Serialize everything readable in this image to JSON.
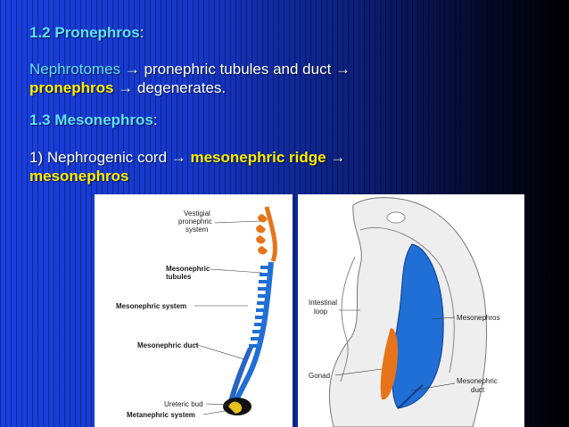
{
  "slide": {
    "heading1": {
      "number": "1.2 Pronephros",
      "colon": ":"
    },
    "line1": {
      "term": "Nephrotomes",
      "rest": " → pronephric tubules and duct →"
    },
    "line2": {
      "term": "pronephros",
      "rest": " → degenerates."
    },
    "heading2": {
      "number": "1.3 Mesonephros",
      "colon": ":"
    },
    "line3": {
      "prefix": "1) Nephrogenic cord → ",
      "term": "mesonephric ridge",
      "arrow": " →"
    },
    "line4": {
      "term": "mesonephros"
    }
  },
  "figure_left": {
    "labels": {
      "vestigial": [
        "Vestigial",
        "pronephric",
        "system"
      ],
      "mesonephric_tubules": [
        "Mesonephric",
        "tubules"
      ],
      "mesonephric_system": "Mesonephric system",
      "mesonephric_duct": "Mesonephric duct",
      "ureteric_bud": "Ureteric bud",
      "metanephric_system": "Metanephric system"
    }
  },
  "figure_right": {
    "labels": {
      "intestinal_loop": [
        "Intestinal",
        "loop"
      ],
      "mesonephros": "Mesonephros",
      "gonad": "Gonad",
      "mesonephric_duct": [
        "Mesonephric",
        "duct"
      ]
    }
  },
  "colors": {
    "heading": "#5ee1ff",
    "highlight": "#ffee00",
    "text": "#ffffff",
    "organ_blue": "#1f6fd6",
    "organ_orange": "#e8741a"
  }
}
